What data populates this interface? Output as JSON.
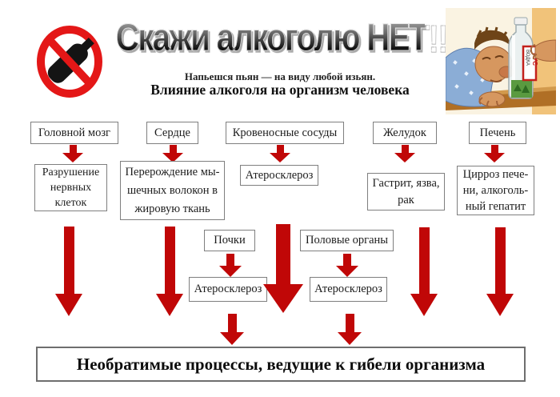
{
  "header": {
    "title": "Скажи алкоголю НЕТ!!!",
    "proverb": "Напьешся пьян — на виду любой изьян.",
    "subtitle": "Влияние алкоголя на организм человека"
  },
  "illustration": {
    "description": "drunk man in blue pajamas lying beside a large vodka bottle",
    "bottle_label_vertical": "ВОДКА",
    "bottle_label_red": "РУС"
  },
  "diagram": {
    "organs": {
      "brain": "Головной мозг",
      "heart": "Сердце",
      "vessels": "Кровеносные сосуды",
      "stomach": "Желудок",
      "liver": "Печень",
      "kidneys": "Почки",
      "genitals": "Половые органы"
    },
    "effects": {
      "brain": [
        "Разрушение",
        "нервных",
        "клеток"
      ],
      "heart": [
        "Перерождение мы-",
        "шечных волокон в",
        "жировую ткань"
      ],
      "vessels": "Атеросклероз",
      "stomach": [
        "Гастрит, язва,",
        "рак"
      ],
      "liver": [
        "Цирроз пече-",
        "ни, алкоголь-",
        "ный гепатит"
      ],
      "kidneys": "Атеросклероз",
      "genitals": "Атеросклероз"
    },
    "conclusion": "Необратимые процессы, ведущие к гибели организма"
  },
  "colors": {
    "arrow_red": "#c00707",
    "sign_red": "#e41717",
    "border_gray": "#7f7f7f",
    "title_top": "#b5b5b5",
    "title_bottom": "#000000"
  }
}
